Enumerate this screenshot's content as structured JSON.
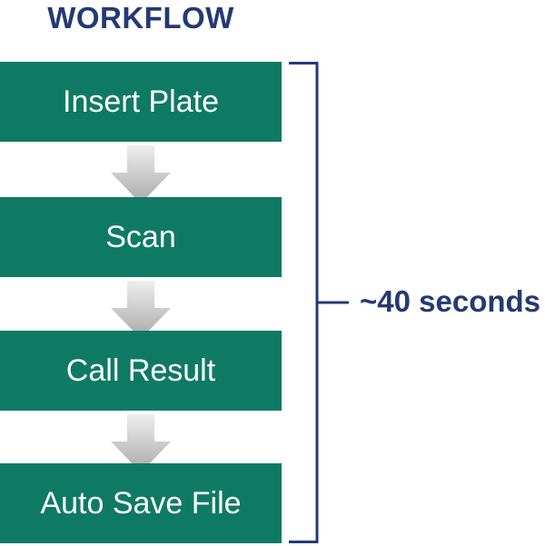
{
  "title": "WORKFLOW",
  "steps": [
    {
      "label": "Insert Plate"
    },
    {
      "label": "Scan"
    },
    {
      "label": "Call Result"
    },
    {
      "label": "Auto Save File"
    }
  ],
  "duration_label": "~40 seconds",
  "colors": {
    "step_fill": "#0f7a63",
    "title_text": "#243a74",
    "bracket": "#243a74",
    "arrow_light": "#eeeeee",
    "arrow_dark": "#a9a9a9"
  }
}
